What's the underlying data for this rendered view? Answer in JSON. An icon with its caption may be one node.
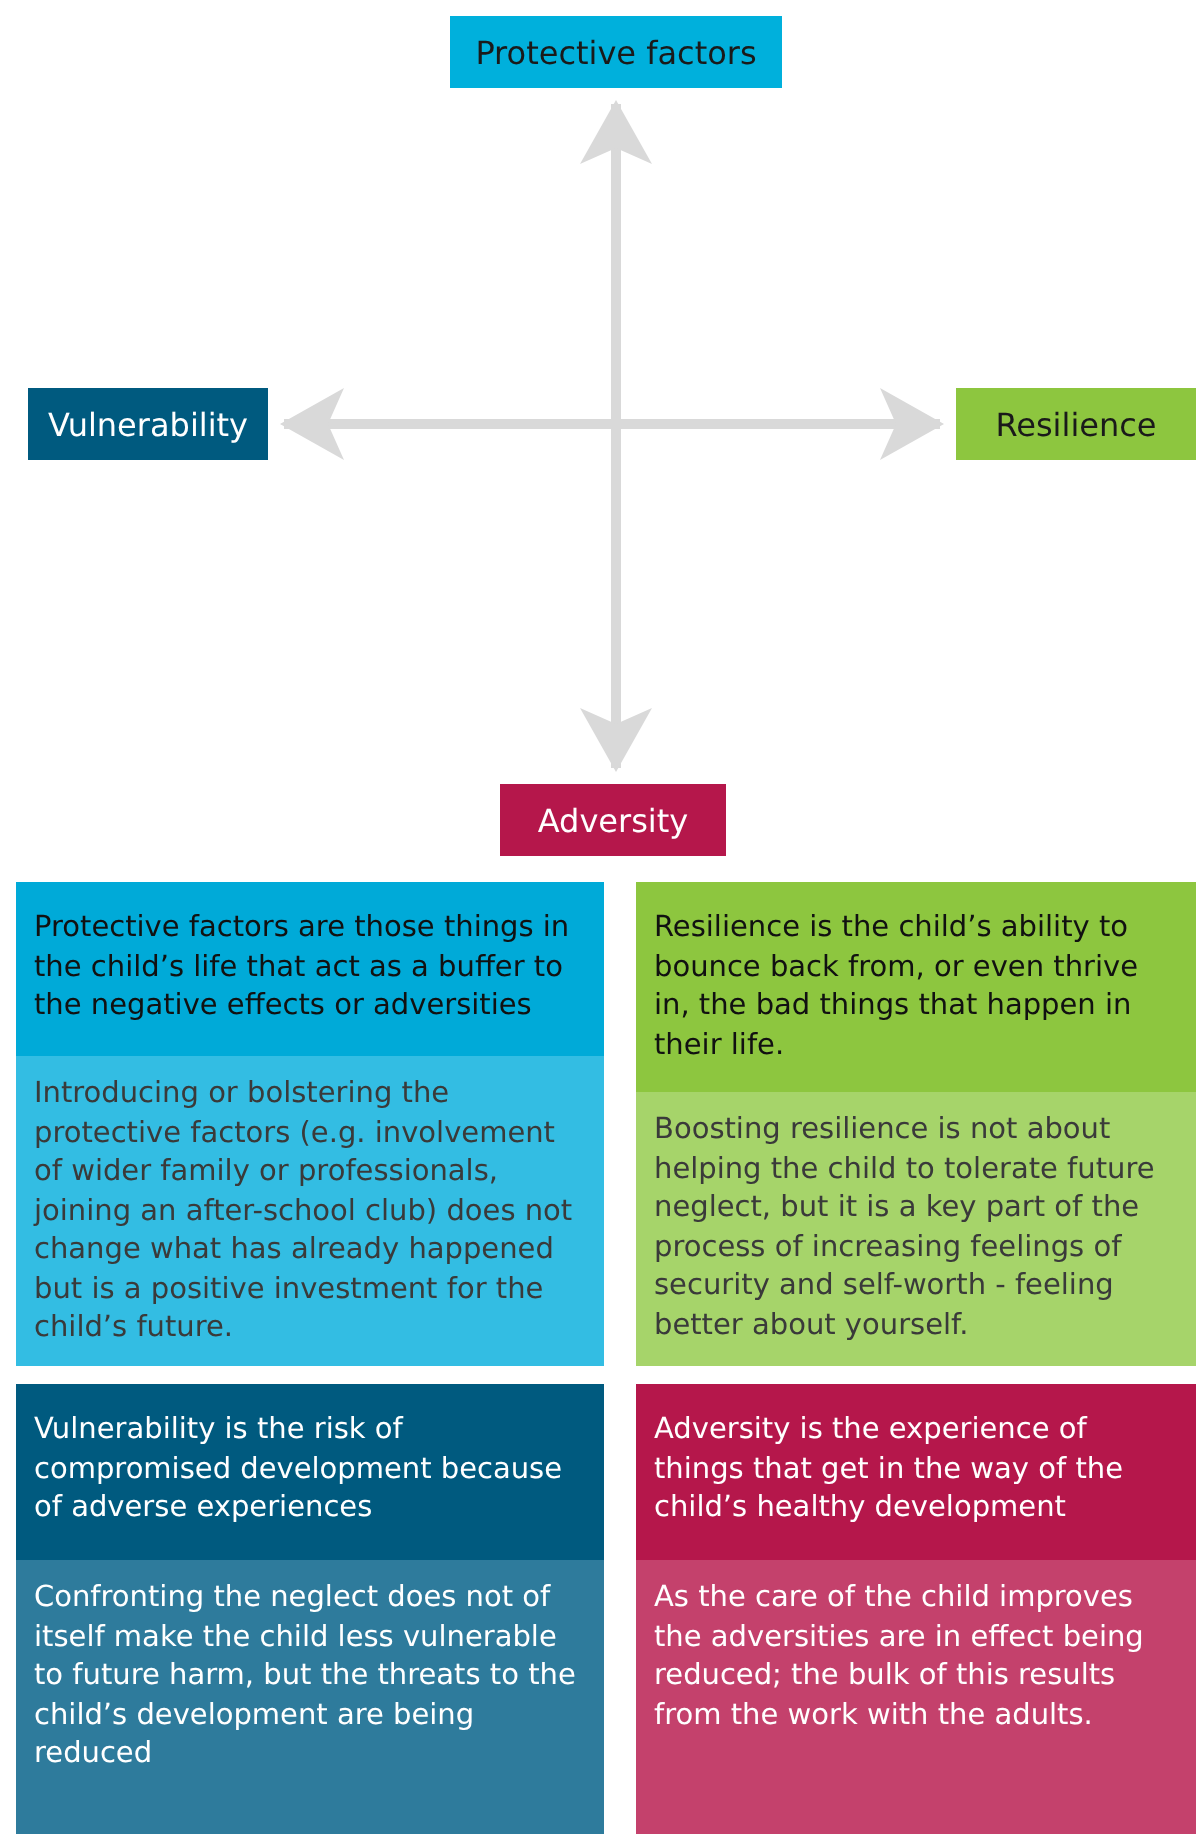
{
  "diagram": {
    "nodes": [
      {
        "text": [
          "Protective factors"
        ]
      },
      {
        "text": [
          "Vulnerability"
        ]
      },
      {
        "text": [
          "Resilience"
        ]
      },
      {
        "text": [
          "Adversity"
        ]
      },
      {
        "text": [
          "Protective factors are those things in the child’s life that act as a buffer to the negative effects or adversities",
          "Introducing or bolstering the protective factors (e.g. involvement of wider family or professionals, joining an after-school club) does not change what has already happened but is a positive investment for the child’s future."
        ]
      },
      {
        "text": [
          "Resilience is the child’s ability to bounce back from, or even thrive in, the bad things that happen in their life.",
          "Boosting resilience is not about helping the child to tolerate future neglect, but it is a key part of the process of increasing feelings of security and self-worth - feeling better about yourself."
        ]
      },
      {
        "text": [
          "Vulnerability is the risk of compromised development because of adverse experiences",
          "Confronting the neglect does not of itself make the child less vulnerable to future harm, but the threats to the child’s development are being reduced"
        ]
      },
      {
        "text": [
          "Adversity is the experience of things that get in the way of the child’s healthy development",
          "As the care of the child improves the adversities are in effect being reduced; the bulk of this results from the work with the adults."
        ]
      }
    ],
    "edges": [
      {
        "from": 0,
        "to": 3,
        "arrow": "both"
      },
      {
        "from": 1,
        "to": 2,
        "arrow": "both"
      }
    ]
  }
}
